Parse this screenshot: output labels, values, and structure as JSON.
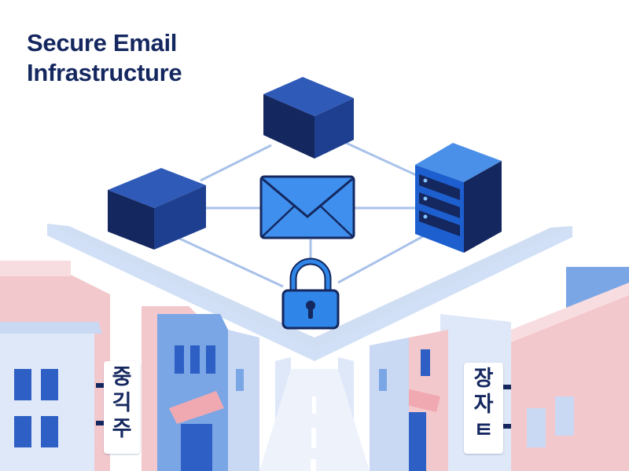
{
  "title": {
    "line1": "Secure Email",
    "line2": "Infrastructure"
  },
  "signs": {
    "left": [
      "중",
      "긱",
      "주"
    ],
    "right": [
      "장",
      "자",
      "ㅌ"
    ]
  },
  "colors": {
    "navy": "#14275f",
    "node_dark": "#1e3f8f",
    "accent_blue": "#2f86e8",
    "link_line": "#a9c2ea",
    "building_pink": "#f3c8cd",
    "building_blue": "#7aa6e6"
  },
  "icons": [
    "cube-node-icon",
    "envelope-icon",
    "server-rack-icon",
    "padlock-icon"
  ]
}
